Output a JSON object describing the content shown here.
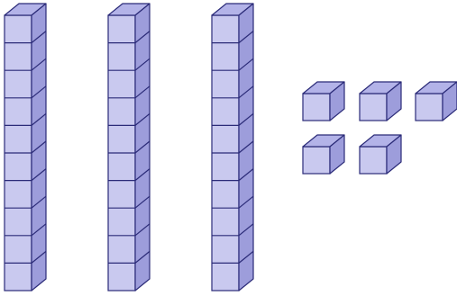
{
  "blocks": {
    "ten_rods": 3,
    "cubes_per_rod": 10,
    "unit_cubes": 5
  },
  "colors": {
    "front": "#c9c9ef",
    "top": "#b3b3e8",
    "side": "#9d9ddb",
    "stroke": "#2b2b78"
  }
}
